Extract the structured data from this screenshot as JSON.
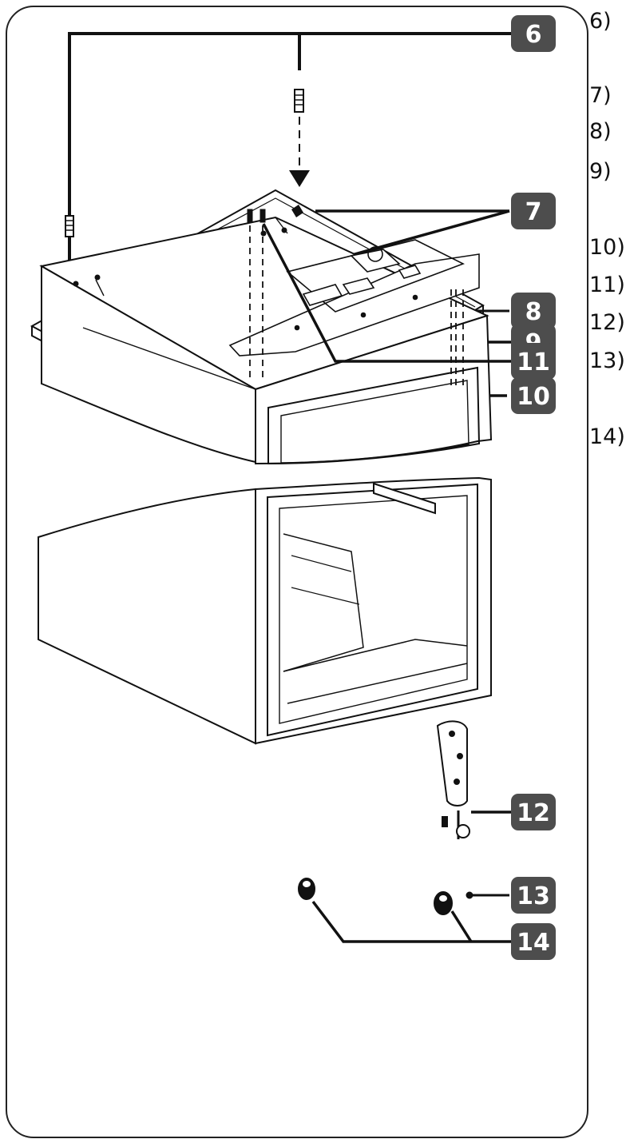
{
  "diagram": {
    "callouts": [
      "6",
      "7",
      "8",
      "9",
      "10",
      "11",
      "12",
      "13",
      "14"
    ],
    "side_labels": [
      "6)",
      "7)",
      "8)",
      "9)",
      "10)",
      "11)",
      "12)",
      "13)",
      "14)"
    ]
  },
  "colors": {
    "badge": "#4d4d4d",
    "line": "#111111",
    "frame": "#222222"
  }
}
